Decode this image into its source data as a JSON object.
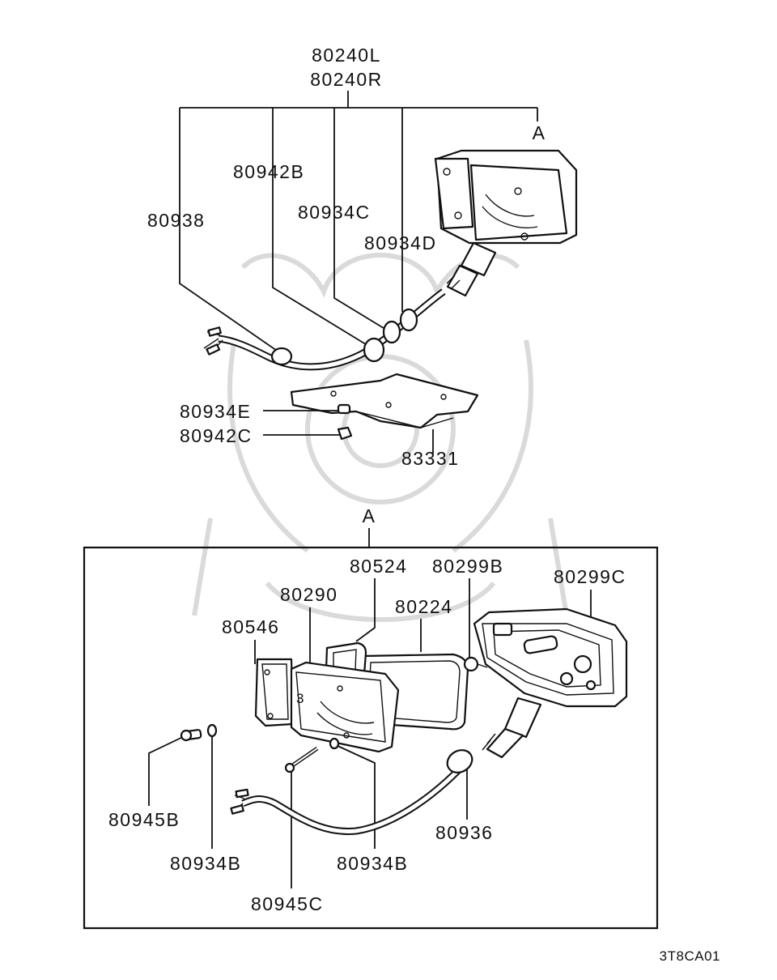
{
  "figure_code": "3T8CA01",
  "upper_assembly": {
    "top_labels": [
      "80240L",
      "80240R"
    ],
    "callouts": {
      "p80938": "80938",
      "p80942B": "80942B",
      "p80934C": "80934C",
      "p80934D": "80934D",
      "p80934E": "80934E",
      "p80942C": "80942C",
      "p83331": "83331"
    },
    "detail_ref": "A"
  },
  "detail_a": {
    "ref": "A",
    "callouts": {
      "p80524": "80524",
      "p80299B": "80299B",
      "p80299C": "80299C",
      "p80290": "80290",
      "p80224": "80224",
      "p80546": "80546",
      "p80945B": "80945B",
      "p80934B_left": "80934B",
      "p80934B_right": "80934B",
      "p80945C": "80945C",
      "p80936": "80936"
    },
    "lens_mark": "3"
  }
}
